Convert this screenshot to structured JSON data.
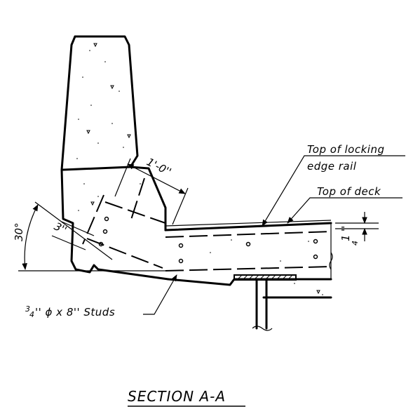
{
  "labels": {
    "top_of_locking_line1": "Top of locking",
    "top_of_locking_line2": "edge rail",
    "top_of_deck": "Top of deck",
    "studs_num": "3",
    "studs_den": "4",
    "studs_rest": "'' ϕ x 8'' Studs",
    "angle": "30°",
    "dim_one_foot": "1'-0''",
    "dim_three_inch": "3''",
    "dim_quarter_num": "1",
    "dim_quarter_den": "4",
    "dim_quarter_unit": "''",
    "title": "SECTION A-A"
  }
}
